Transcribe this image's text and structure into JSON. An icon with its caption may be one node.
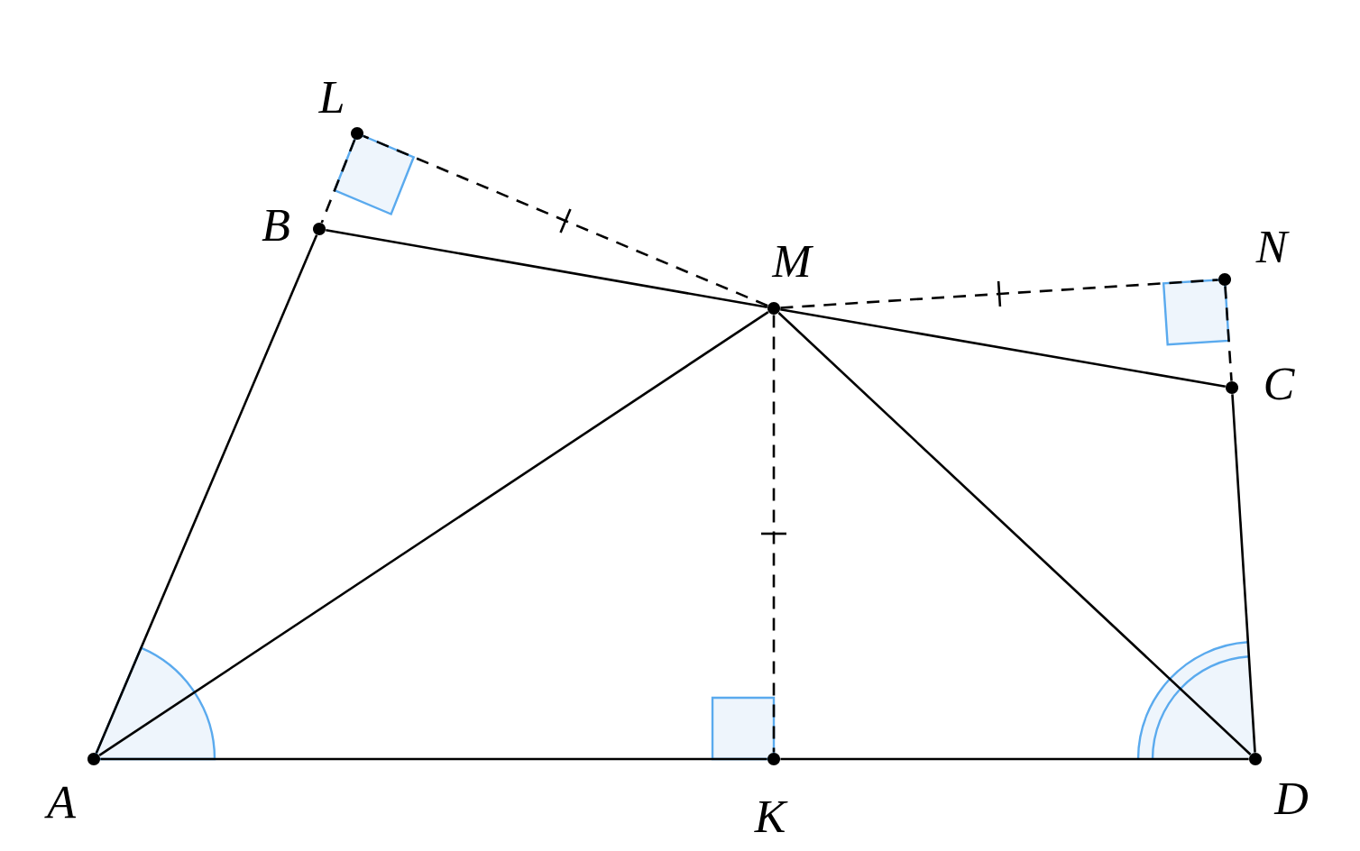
{
  "diagram": {
    "nodes": [
      {
        "text": [
          "L"
        ]
      },
      {
        "text": [
          "B"
        ]
      },
      {
        "text": [
          "M"
        ]
      },
      {
        "text": [
          "N"
        ]
      },
      {
        "text": [
          "C"
        ]
      },
      {
        "text": [
          "A"
        ]
      },
      {
        "text": [
          "K"
        ]
      },
      {
        "text": [
          "D"
        ]
      }
    ],
    "edges": [
      {
        "from": 5,
        "to": 1,
        "arrow": "none"
      },
      {
        "from": 1,
        "to": 2,
        "arrow": "none"
      },
      {
        "from": 2,
        "to": 4,
        "arrow": "none"
      },
      {
        "from": 4,
        "to": 7,
        "arrow": "none"
      },
      {
        "from": 5,
        "to": 6,
        "arrow": "none"
      },
      {
        "from": 6,
        "to": 7,
        "arrow": "none"
      },
      {
        "from": 5,
        "to": 2,
        "arrow": "none"
      },
      {
        "from": 2,
        "to": 7,
        "arrow": "none"
      },
      {
        "from": 2,
        "to": 6,
        "arrow": "none",
        "style": "dashed"
      },
      {
        "from": 2,
        "to": 0,
        "arrow": "none",
        "style": "dashed"
      },
      {
        "from": 2,
        "to": 3,
        "arrow": "none",
        "style": "dashed"
      },
      {
        "from": 0,
        "to": 1,
        "arrow": "none",
        "style": "dashed"
      },
      {
        "from": 3,
        "to": 4,
        "arrow": "none",
        "style": "dashed"
      }
    ]
  }
}
